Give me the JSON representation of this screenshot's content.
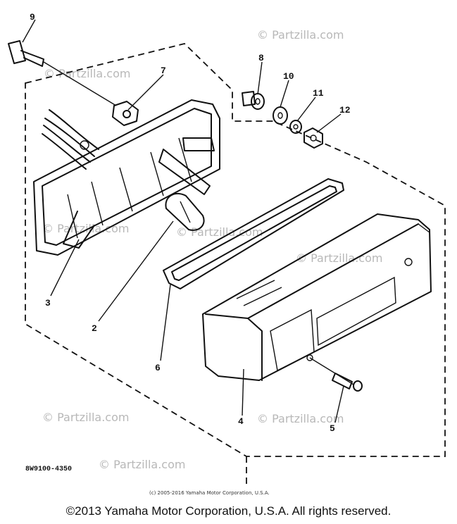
{
  "diagram": {
    "callouts": [
      "9",
      "7",
      "8",
      "10",
      "11",
      "12",
      "3",
      "2",
      "6",
      "4",
      "5"
    ],
    "watermarks": [
      "© Partzilla.com",
      "© Partzilla.com",
      "© Partzilla.com",
      "© Partzilla.com",
      "© Partzilla.com",
      "© Partzilla.com",
      "© Partzilla.com",
      "© Partzilla.com"
    ],
    "part_number": "8W9100-4350",
    "copyright_small": "(c) 2005-2016 Yamaha Motor Corporation, U.S.A."
  },
  "footer": {
    "copyright": "©2013 Yamaha Motor Corporation, U.S.A. All rights reserved."
  }
}
